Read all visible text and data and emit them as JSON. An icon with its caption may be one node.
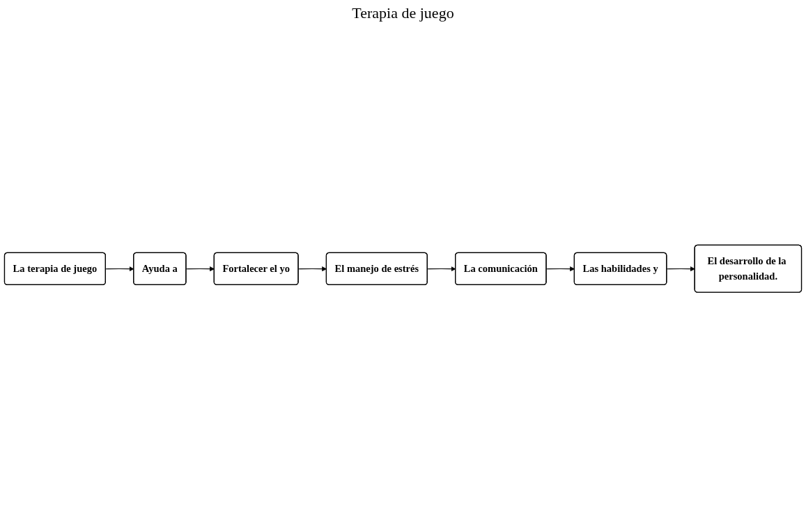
{
  "diagram": {
    "title": "Terapia de juego",
    "nodes": [
      {
        "text": [
          "La terapia de juego"
        ]
      },
      {
        "text": [
          "Ayuda a"
        ]
      },
      {
        "text": [
          "Fortalecer el yo"
        ]
      },
      {
        "text": [
          "El manejo de estrés"
        ]
      },
      {
        "text": [
          "La comunicación"
        ]
      },
      {
        "text": [
          "Las habilidades y"
        ]
      },
      {
        "text": [
          "El desarrollo de la personalidad."
        ]
      }
    ],
    "edges": [
      {
        "from": 0,
        "to": 1,
        "arrow": "to"
      },
      {
        "from": 1,
        "to": 2,
        "arrow": "to"
      },
      {
        "from": 2,
        "to": 3,
        "arrow": "to"
      },
      {
        "from": 3,
        "to": 4,
        "arrow": "to"
      },
      {
        "from": 4,
        "to": 5,
        "arrow": "to"
      },
      {
        "from": 5,
        "to": 6,
        "arrow": "to"
      }
    ]
  }
}
